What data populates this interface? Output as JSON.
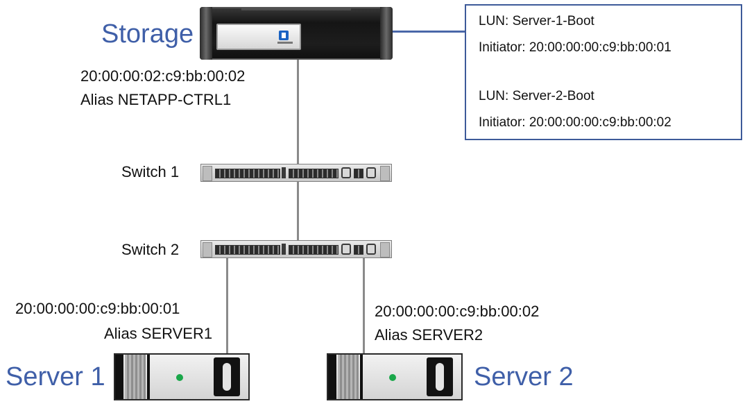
{
  "storage": {
    "title": "Storage",
    "wwpn": "20:00:00:02:c9:bb:00:02",
    "alias": "Alias NETAPP-CTRL1"
  },
  "lun_box": {
    "entries": [
      {
        "lun": "LUN: Server-1-Boot",
        "initiator": "Initiator: 20:00:00:00:c9:bb:00:01"
      },
      {
        "lun": "LUN: Server-2-Boot",
        "initiator": "Initiator: 20:00:00:00:c9:bb:00:02"
      }
    ]
  },
  "switches": [
    {
      "label": "Switch 1"
    },
    {
      "label": "Switch 2"
    }
  ],
  "servers": [
    {
      "title": "Server 1",
      "wwpn": "20:00:00:00:c9:bb:00:01",
      "alias": "Alias SERVER1"
    },
    {
      "title": "Server 2",
      "wwpn": "20:00:00:00:c9:bb:00:02",
      "alias": "Alias SERVER2"
    }
  ],
  "colors": {
    "title_blue": "#3f5fa8",
    "box_border": "#3d5a99",
    "link_gray": "#8a8a8a",
    "server_led": "#1aa74a",
    "storage_logo": "#1a62c2"
  }
}
